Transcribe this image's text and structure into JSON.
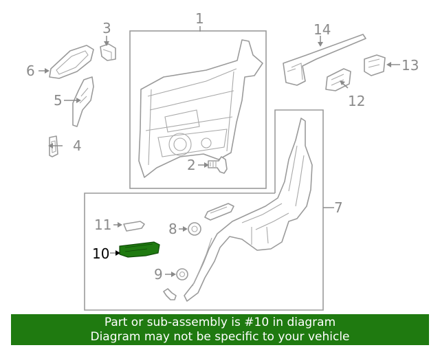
{
  "callouts": {
    "c1": "1",
    "c2": "2",
    "c3": "3",
    "c4": "4",
    "c5": "5",
    "c6": "6",
    "c7": "7",
    "c8": "8",
    "c9": "9",
    "c10": "10",
    "c11": "11",
    "c12": "12",
    "c13": "13",
    "c14": "14"
  },
  "highlight": {
    "part": "10",
    "color": "#1f7a10"
  },
  "footer": {
    "line1": "Part or sub-assembly is #10 in diagram",
    "line2": "Diagram may not be specific to your vehicle"
  }
}
